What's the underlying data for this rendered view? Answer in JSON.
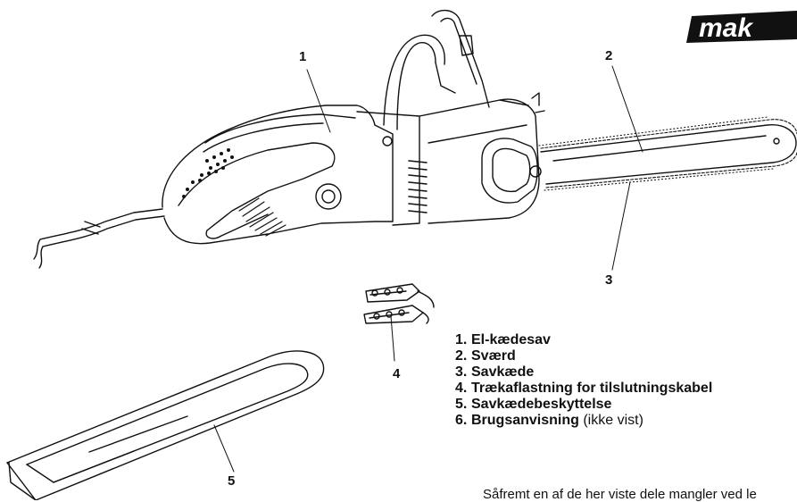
{
  "brand": {
    "logo_text": "mak"
  },
  "callouts": {
    "c1": "1",
    "c2": "2",
    "c3": "3",
    "c4": "4",
    "c5": "5"
  },
  "parts": [
    {
      "num": "1.",
      "label": "El-kædesav",
      "note": ""
    },
    {
      "num": "2.",
      "label": "Sværd",
      "note": ""
    },
    {
      "num": "3.",
      "label": "Savkæde",
      "note": ""
    },
    {
      "num": "4.",
      "label": "Trækaflastning for tilslutningskabel",
      "note": ""
    },
    {
      "num": "5.",
      "label": "Savkædebeskyttelse",
      "note": ""
    },
    {
      "num": "6.",
      "label": "Brugsanvisning",
      "note": " (ikke vist)"
    }
  ],
  "footer_note": "Såfremt en af de her viste dele mangler ved le"
}
